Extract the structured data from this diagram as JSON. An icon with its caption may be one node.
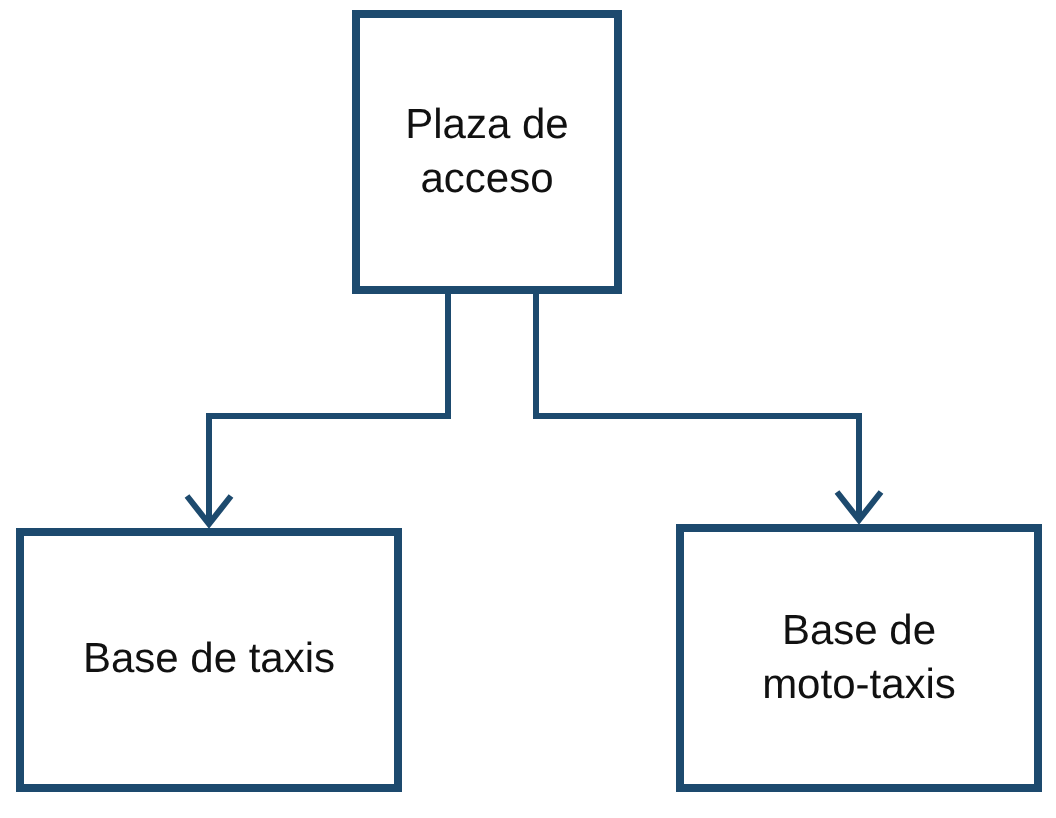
{
  "diagram": {
    "nodes": [
      {
        "text": [
          "Plaza de acceso"
        ]
      },
      {
        "text": [
          "Base de taxis"
        ]
      },
      {
        "text": [
          "Base de moto-taxis"
        ]
      }
    ],
    "edges": [
      {
        "from": 0,
        "to": 1,
        "arrow": "to"
      },
      {
        "from": 0,
        "to": 2,
        "arrow": "to"
      }
    ]
  }
}
